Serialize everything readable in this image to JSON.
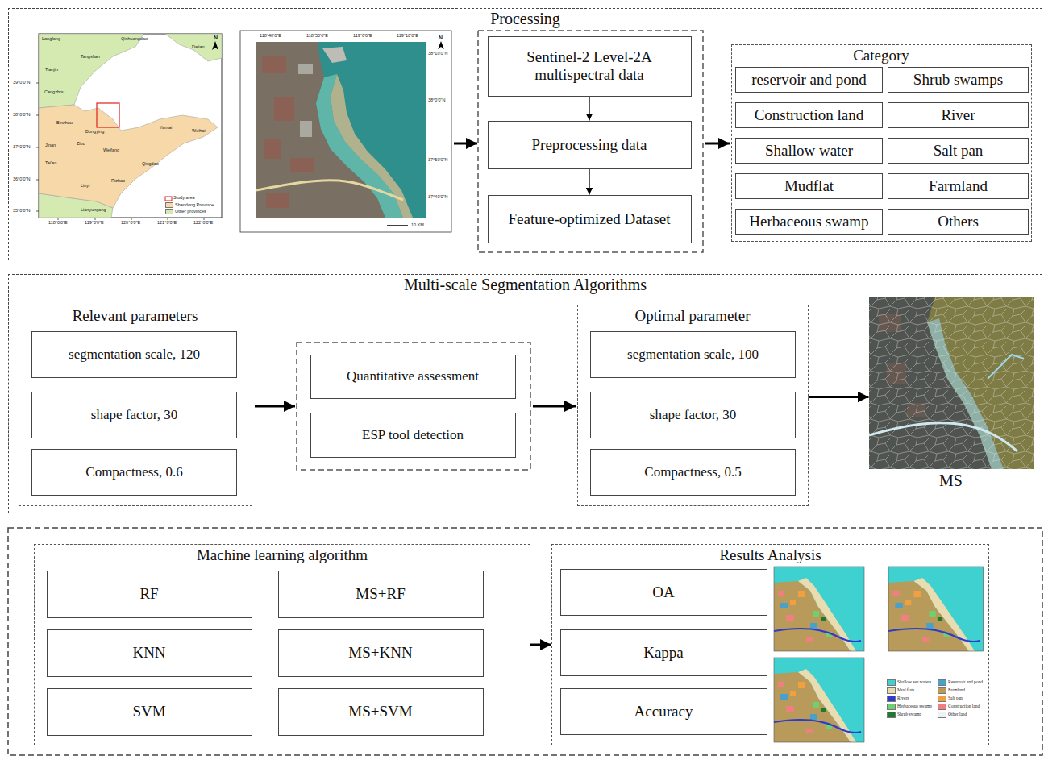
{
  "diagram": {
    "nodes": [
      {
        "text": [
          "Processing"
        ]
      },
      {
        "text": [
          "Sentinel-2 Level-2A multispectral data"
        ],
        "in": 0
      },
      {
        "text": [
          "Preprocessing data"
        ],
        "in": 0
      },
      {
        "text": [
          "Feature-optimized Dataset"
        ],
        "in": 0
      },
      {
        "text": [
          "Category"
        ],
        "in": 0
      },
      {
        "text": [
          "reservoir and pond"
        ],
        "in": 4
      },
      {
        "text": [
          "Shrub swamps"
        ],
        "in": 4
      },
      {
        "text": [
          "Construction land"
        ],
        "in": 4
      },
      {
        "text": [
          "River"
        ],
        "in": 4
      },
      {
        "text": [
          "Shallow water"
        ],
        "in": 4
      },
      {
        "text": [
          "Salt pan"
        ],
        "in": 4
      },
      {
        "text": [
          "Mudflat"
        ],
        "in": 4
      },
      {
        "text": [
          "Farmland"
        ],
        "in": 4
      },
      {
        "text": [
          "Herbaceous swamp"
        ],
        "in": 4
      },
      {
        "text": [
          "Others"
        ],
        "in": 4
      },
      {
        "text": [
          "Multi-scale Segmentation Algorithms"
        ]
      },
      {
        "text": [
          "Relevant parameters"
        ],
        "in": 15
      },
      {
        "text": [
          "segmentation scale, 120"
        ],
        "in": 16
      },
      {
        "text": [
          "shape factor, 30"
        ],
        "in": 16
      },
      {
        "text": [
          "Compactness, 0.6"
        ],
        "in": 16
      },
      {
        "text": [
          "Quantitative assessment"
        ],
        "in": 15
      },
      {
        "text": [
          "ESP tool detection"
        ],
        "in": 15
      },
      {
        "text": [
          "Optimal parameter"
        ],
        "in": 15
      },
      {
        "text": [
          "segmentation scale, 100"
        ],
        "in": 22
      },
      {
        "text": [
          "shape factor, 30"
        ],
        "in": 22
      },
      {
        "text": [
          "Compactness, 0.5"
        ],
        "in": 22
      },
      {
        "text": [
          "MS"
        ],
        "in": 15
      },
      {
        "text": [
          "Machine learning algorithm"
        ]
      },
      {
        "text": [
          "RF"
        ],
        "in": 27
      },
      {
        "text": [
          "MS+RF"
        ],
        "in": 27
      },
      {
        "text": [
          "KNN"
        ],
        "in": 27
      },
      {
        "text": [
          "MS+KNN"
        ],
        "in": 27
      },
      {
        "text": [
          "SVM"
        ],
        "in": 27
      },
      {
        "text": [
          "MS+SVM"
        ],
        "in": 27
      },
      {
        "text": [
          "Results Analysis"
        ]
      },
      {
        "text": [
          "OA"
        ],
        "in": 34
      },
      {
        "text": [
          "Kappa"
        ],
        "in": 34
      },
      {
        "text": [
          "Accuracy"
        ],
        "in": 34
      }
    ],
    "edges": [
      {
        "from": 1,
        "to": 2,
        "arrow": "to"
      },
      {
        "from": 2,
        "to": 3,
        "arrow": "to"
      },
      {
        "from": 22,
        "to": 26,
        "arrow": "to"
      },
      {
        "from": 27,
        "to": 34,
        "arrow": "to"
      }
    ],
    "labels": [
      "Langfang",
      "Qinhuangdao",
      "Tangshan",
      "Tianjin",
      "Dalian",
      "Cangzhou",
      "Binzhou",
      "Dongying",
      "Yantai",
      "Weihai",
      "Jinan",
      "Zibo",
      "Weifang",
      "Qingdao",
      "Tai'an",
      "Linyi",
      "Rizhao",
      "Lianyungang",
      "39°0'0\"N",
      "38°0'0\"N",
      "37°0'0\"N",
      "36°0'0\"N",
      "35°0'0\"N",
      "118°0'0\"E",
      "119°0'0\"E",
      "120°0'0\"E",
      "121°0'0\"E",
      "122°0'0\"E",
      "N",
      "118°40'0\"E",
      "118°50'0\"E",
      "119°0'0\"E",
      "119°10'0\"E",
      "38°10'0\"N",
      "38°0'0\"N",
      "37°50'0\"N",
      "37°40'0\"N",
      "N",
      "10 KM"
    ],
    "legend": [
      {
        "text": "Study area"
      },
      {
        "text": "Shandong Province",
        "color": "#f7d8a8"
      },
      {
        "text": "Other provinces",
        "color": "#d4eab0"
      },
      {
        "text": "Shallow sea waters",
        "color": "#3fd0d0"
      },
      {
        "text": "Reservoir and pond",
        "color": "#4aa0c8"
      },
      {
        "text": "Mud flats",
        "color": "#e8dcb0"
      },
      {
        "text": "Farmland",
        "color": "#b89a5a"
      },
      {
        "text": "Rivers",
        "color": "#2c3ad0"
      },
      {
        "text": "Salt pan",
        "color": "#f0a040"
      },
      {
        "text": "Herbaceous swamp",
        "color": "#6fd06f"
      },
      {
        "text": "Construction land",
        "color": "#f08080"
      },
      {
        "text": "Shrub swamp",
        "color": "#1e7a2e"
      },
      {
        "text": "Other land",
        "color": "#f0f0f0"
      }
    ]
  }
}
